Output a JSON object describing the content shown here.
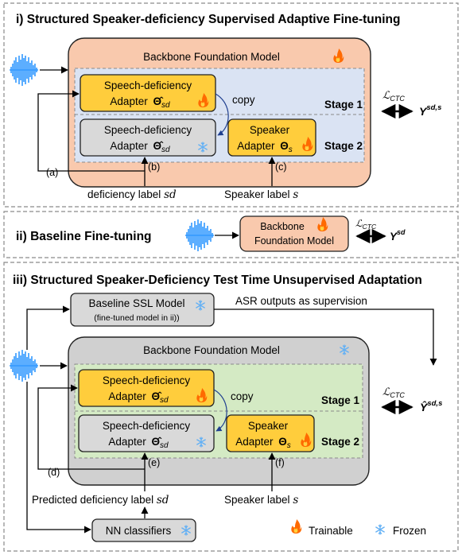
{
  "sections": {
    "one": {
      "title": "i) Structured Speaker-deficiency Supervised Adaptive Fine-tuning"
    },
    "two": {
      "title": "ii) Baseline Fine-tuning"
    },
    "three": {
      "title": "iii) Structured Speaker-Deficiency Test Time Unsupervised Adaptation"
    }
  },
  "labels": {
    "backbone": "Backbone Foundation Model",
    "backbone_line1": "Backbone",
    "backbone_line2": "Foundation Model",
    "sd_adapter_line1": "Speech-deficiency",
    "sd_adapter_line2": "Adapter",
    "sd_adapter_symbol": "Θ̂",
    "sd_adapter_sub": "sd",
    "speaker_adapter_line1": "Speaker",
    "speaker_adapter_line2": "Adapter",
    "speaker_adapter_symbol": "Θ",
    "speaker_adapter_sub": "s",
    "copy": "copy",
    "stage1": "Stage 1",
    "stage2": "Stage 2",
    "loss": "ℒ",
    "loss_sub": "CTC",
    "y": "Y",
    "y_sup_sds": "sd,s",
    "y_sup_sd": "sd",
    "yhat": "Ŷ",
    "deficiency_label": "deficiency label",
    "predicted_deficiency_label": "Predicted deficiency label",
    "label_var_sd": "sd",
    "speaker_label": "Speaker label",
    "label_var_s": "s",
    "baseline_ssl_line1": "Baseline  SSL Model",
    "baseline_ssl_line2": "(fine-tuned model in ii))",
    "asr_outputs": "ASR outputs as supervision",
    "nn_classifiers": "NN classifiers",
    "trainable": "Trainable",
    "frozen": "Frozen"
  },
  "tags": {
    "a": "(a)",
    "b": "(b)",
    "c": "(c)",
    "d": "(d)",
    "e": "(e)",
    "f": "(f)"
  },
  "icons": [
    "waveform-icon",
    "flame-icon",
    "snowflake-icon"
  ],
  "colors": {
    "backbone_trainable": "#f9c9ad",
    "backbone_frozen": "#d0d0d0",
    "stage_blue": "#dae3f3",
    "stage_green": "#d4eac4",
    "adapter_yellow": "#ffcd3c",
    "adapter_gray": "#d9d9d9",
    "waveform": "#3399ff",
    "flame": "#ff5a00",
    "snow": "#6cb6ff"
  }
}
